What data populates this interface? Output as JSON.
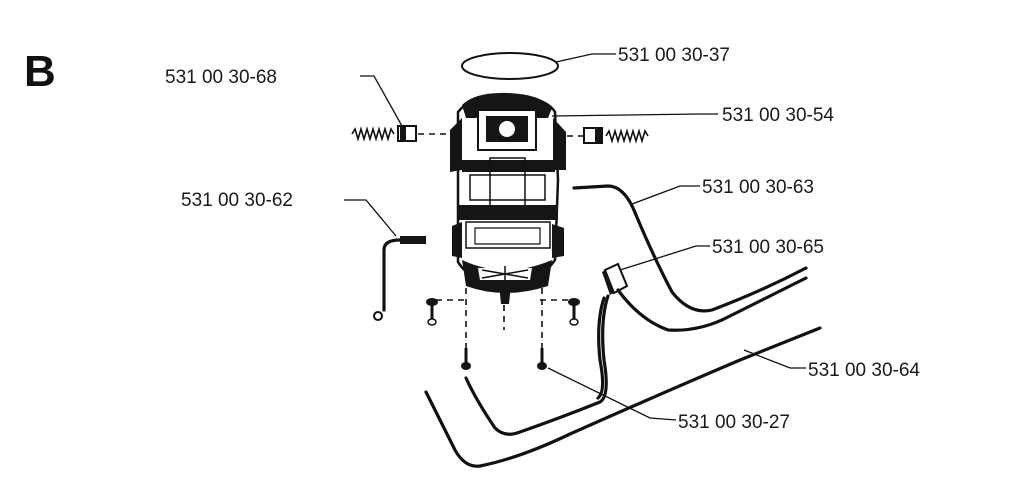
{
  "section_letter": "B",
  "part_labels": {
    "o_ring": "531 00 30-37",
    "brush_holder": "531 00 30-68",
    "motor": "531 00 30-54",
    "ground_wire": "531 00 30-62",
    "wire_63": "531 00 30-63",
    "connector": "531 00 30-65",
    "wire_64": "531 00 30-64",
    "screw": "531 00 30-27"
  },
  "colors": {
    "ink": "#111111",
    "background": "#ffffff"
  }
}
